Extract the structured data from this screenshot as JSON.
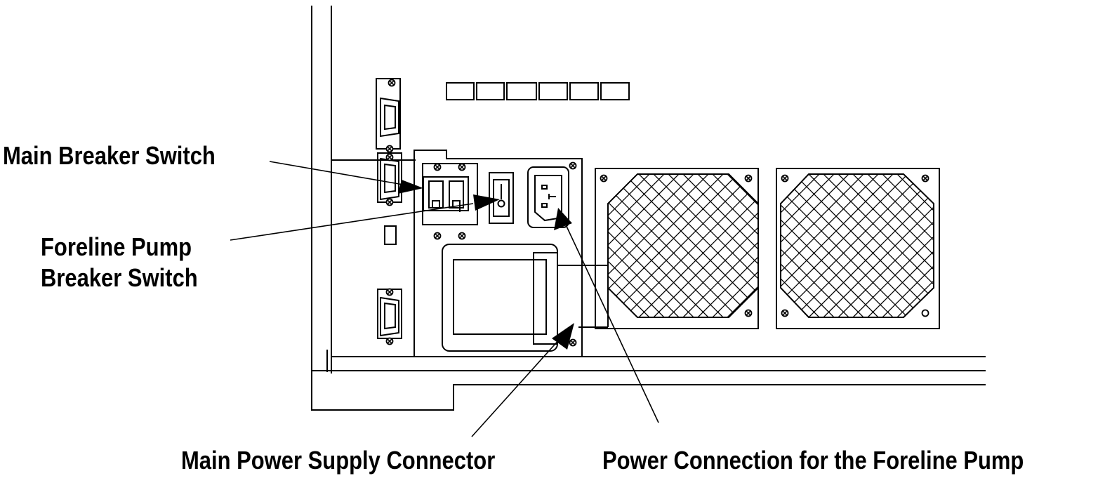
{
  "colors": {
    "ink": "#000000",
    "paper": "#ffffff"
  },
  "callouts": {
    "main_breaker": "Main Breaker Switch",
    "foreline_line1": "Foreline Pump",
    "foreline_line2": "Breaker Switch",
    "main_power": "Main Power Supply Connector",
    "power_connection": "Power Connection for the Foreline Pump"
  },
  "icons": [
    "screw-icon",
    "db9-connector-icon",
    "fan-grille-icon",
    "iec-power-socket-icon",
    "rocker-switch-icon",
    "breaker-switch-icon"
  ]
}
